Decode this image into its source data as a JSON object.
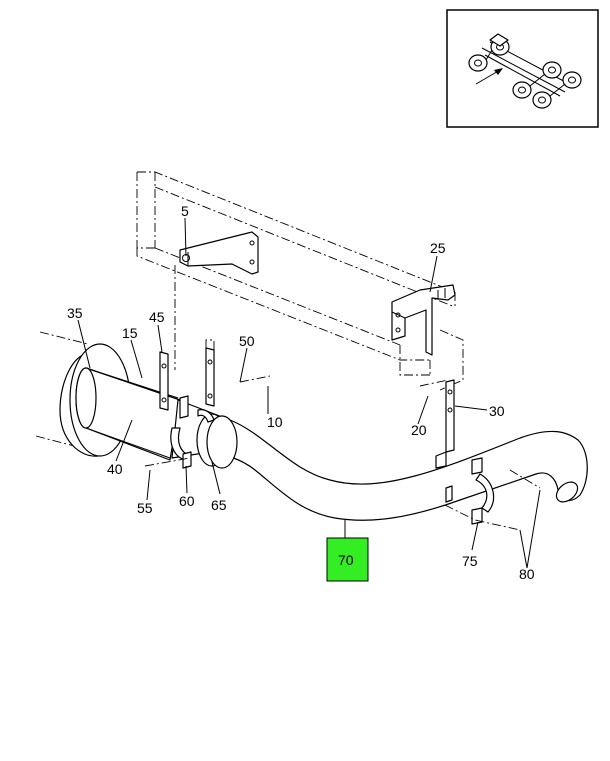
{
  "callouts": {
    "c5": "5",
    "c10": "10",
    "c15": "15",
    "c20": "20",
    "c25": "25",
    "c30": "30",
    "c35": "35",
    "c40": "40",
    "c45": "45",
    "c50": "50",
    "c55": "55",
    "c60": "60",
    "c65": "65",
    "c70": "70",
    "c75": "75",
    "c80": "80"
  },
  "highlight_color": "#33ee22",
  "highlighted_part": "70",
  "icons": {
    "inset": "truck-chassis-locator-icon"
  }
}
